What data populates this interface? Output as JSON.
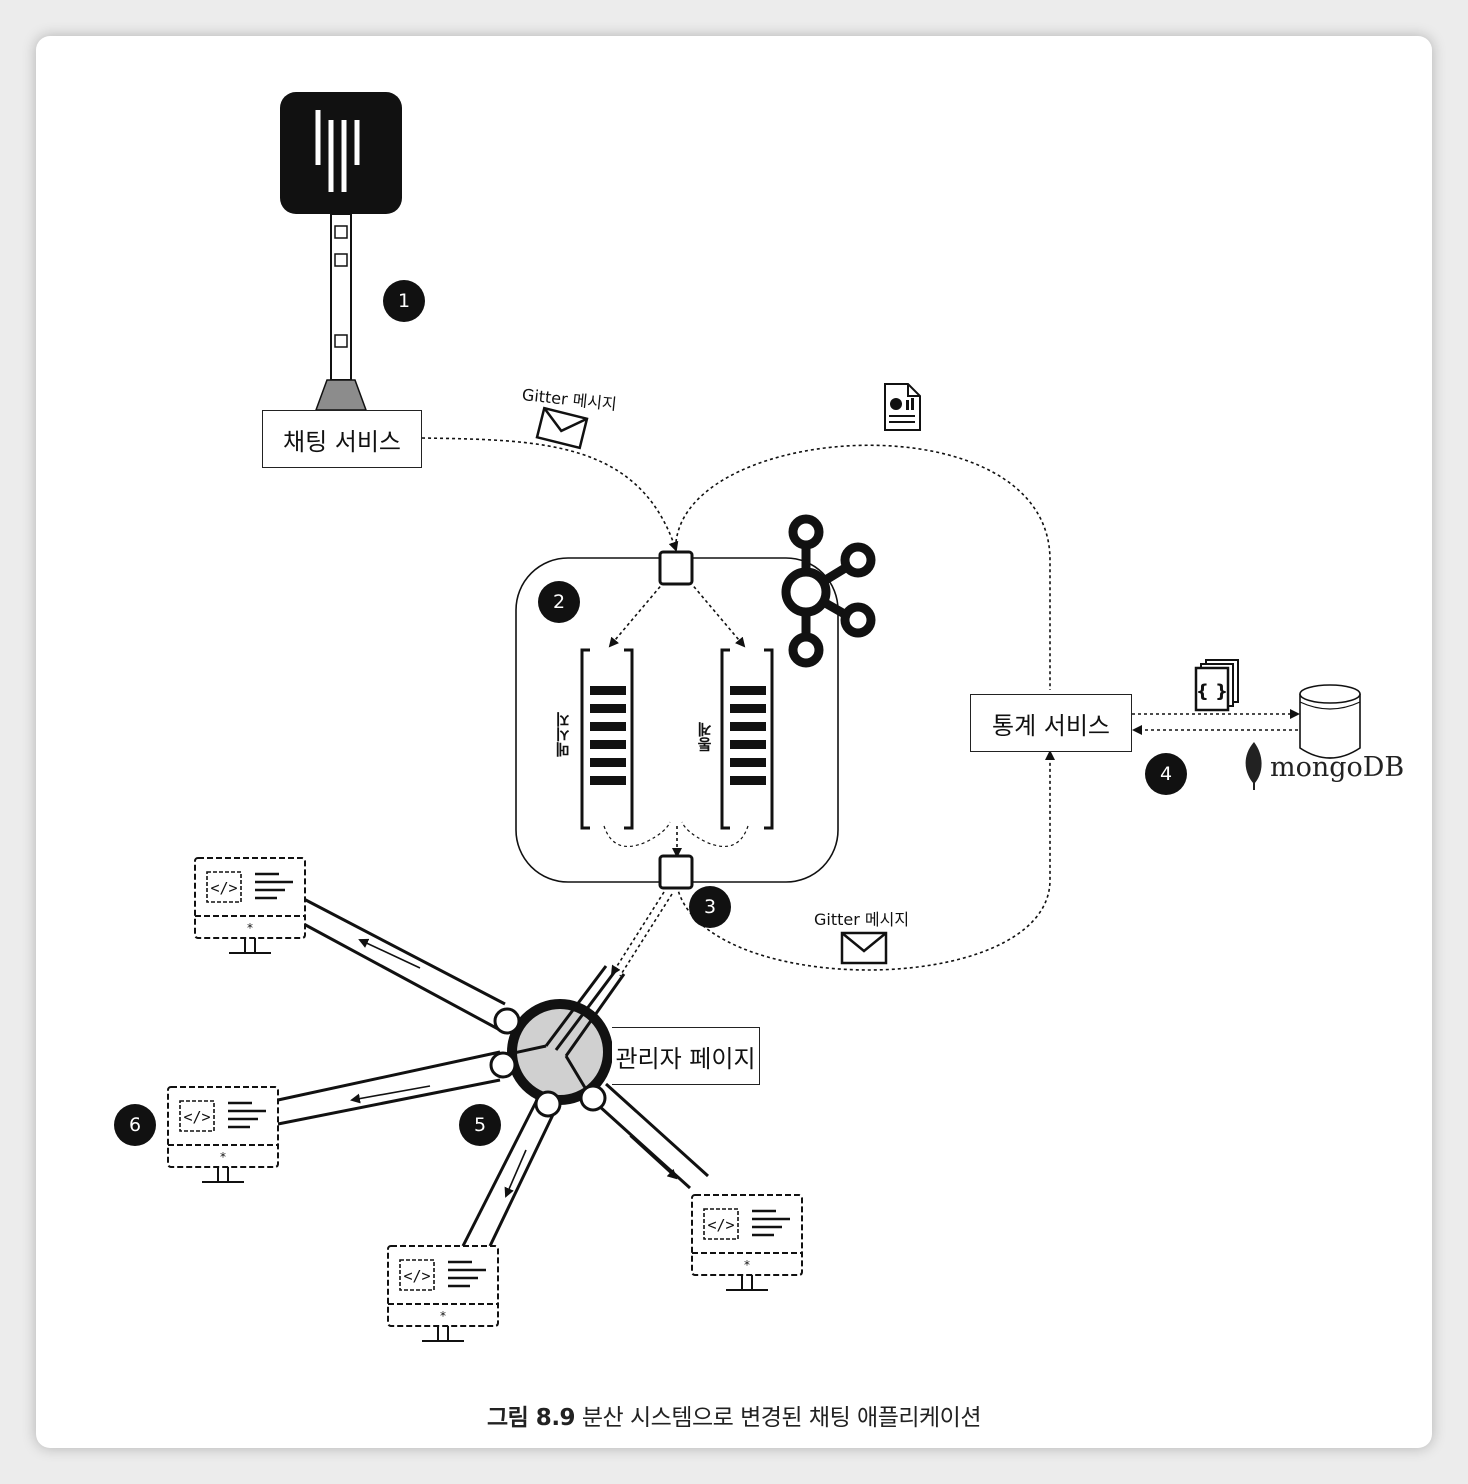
{
  "nodes": {
    "chat_service": "채팅 서비스",
    "stats_service": "통계 서비스",
    "admin_page": "관리자 페이지"
  },
  "topics": {
    "messages": "메시지",
    "stats": "통계"
  },
  "edge_labels": {
    "gitter_message_top": "Gitter 메시지",
    "gitter_message_bottom": "Gitter 메시지"
  },
  "database": "mongoDB",
  "steps": [
    "1",
    "2",
    "3",
    "4",
    "5",
    "6"
  ],
  "caption": {
    "figure": "그림 8.9",
    "text": "분산 시스템으로 변경된 채팅 애플리케이션"
  }
}
